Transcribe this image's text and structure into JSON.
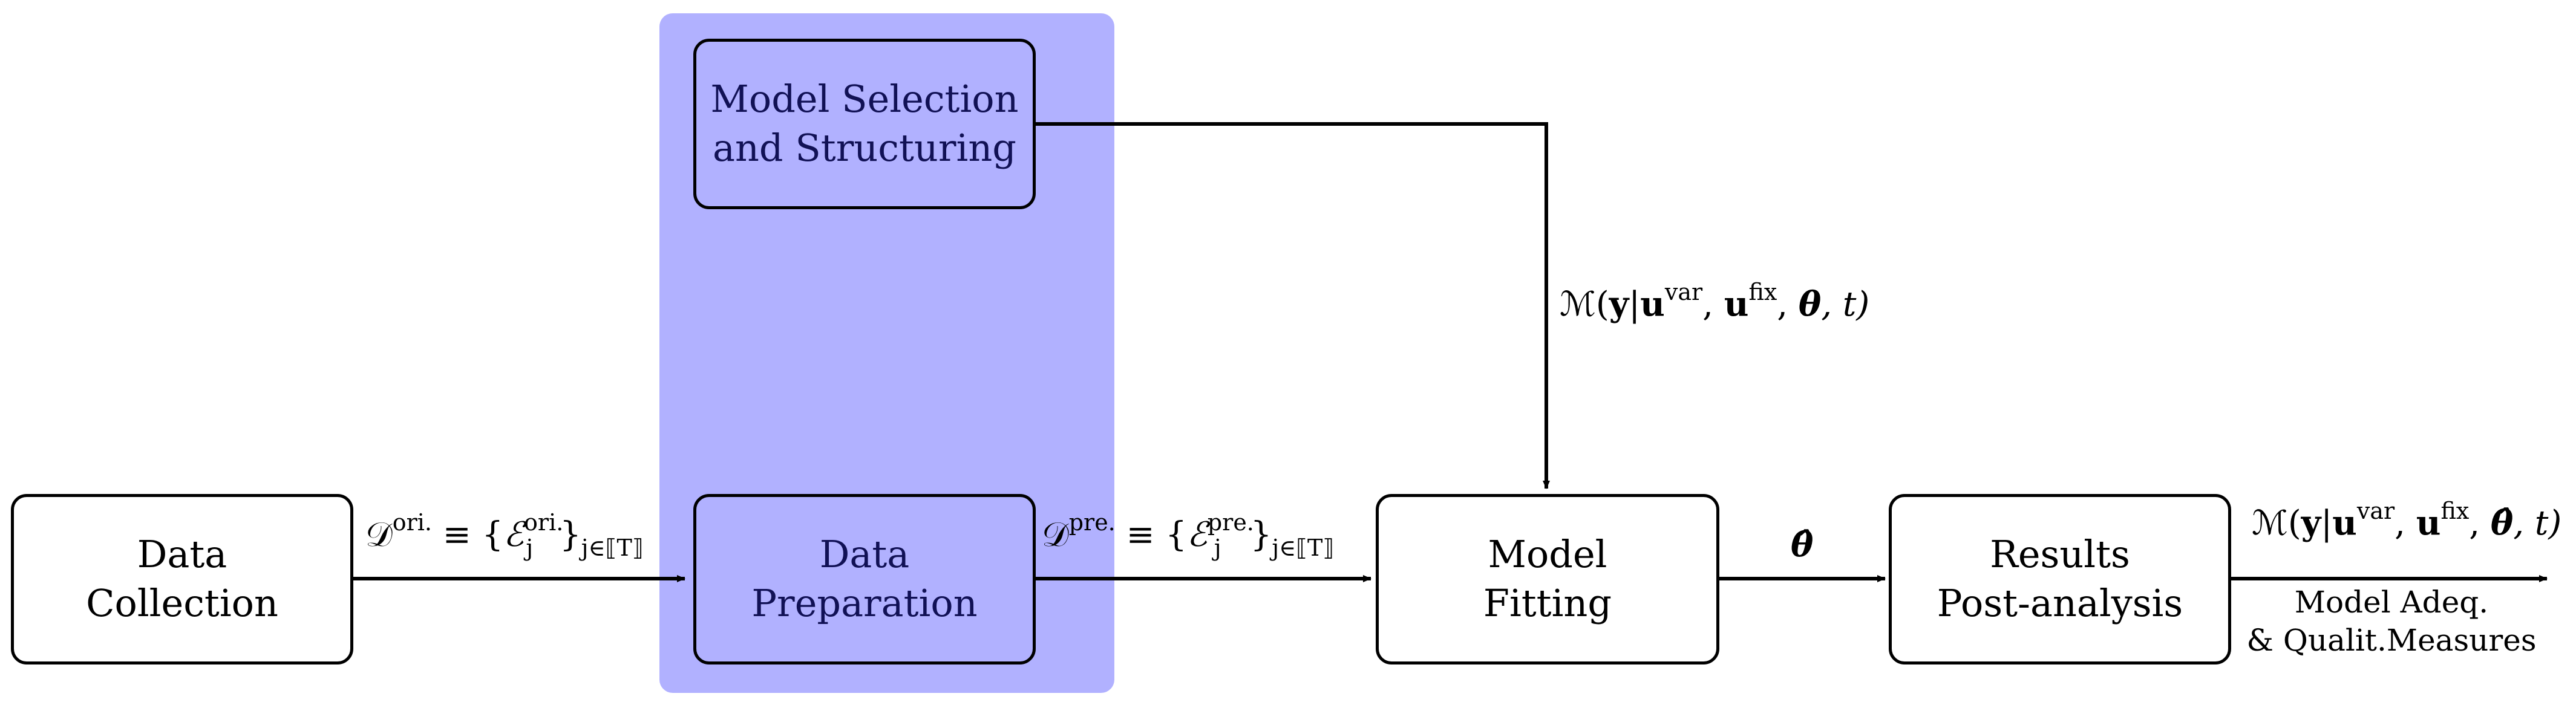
{
  "colors": {
    "highlight": "#b1b1ff",
    "stroke": "#000000",
    "highlight_text": "#111155"
  },
  "boxes": {
    "data_collection": {
      "line1": "Data",
      "line2": "Collection"
    },
    "model_selection": {
      "line1": "Model Selection",
      "line2": "and Structuring"
    },
    "data_preparation": {
      "line1": "Data",
      "line2": "Preparation"
    },
    "model_fitting": {
      "line1": "Model",
      "line2": "Fitting"
    },
    "results": {
      "line1": "Results",
      "line2": "Post-analysis"
    }
  },
  "labels": {
    "d_ori": {
      "d": "𝒟",
      "d_sup": "ori.",
      "mid": " ≡ {",
      "e": "ℰ",
      "e_sup": "ori.",
      "e_sub": "j",
      "close": "}",
      "idx": "j∈⟦T⟧"
    },
    "d_pre": {
      "d": "𝒟",
      "d_sup": "pre.",
      "mid": " ≡ {",
      "e": "ℰ",
      "e_sup": "pre.",
      "e_sub": "j",
      "close": "}",
      "idx": "j∈⟦T⟧"
    },
    "model_expr": {
      "m": "ℳ(",
      "y": "y",
      "bar": "|",
      "u1": "u",
      "var": "var",
      "comma1": ", ",
      "u2": "u",
      "fix": "fix",
      "comma2": ", ",
      "theta": "θ",
      "rest": ", t)"
    },
    "theta_hat": "θ̂",
    "final_expr": {
      "m": "ℳ(",
      "y": "y",
      "bar": "|",
      "u1": "u",
      "var": "var",
      "comma1": ", ",
      "u2": "u",
      "fix": "fix",
      "comma2": ", ",
      "theta": "θ̂",
      "rest": ", t)"
    },
    "measures_line1": "Model Adeq.",
    "measures_line2": "& Qualit.Measures"
  }
}
